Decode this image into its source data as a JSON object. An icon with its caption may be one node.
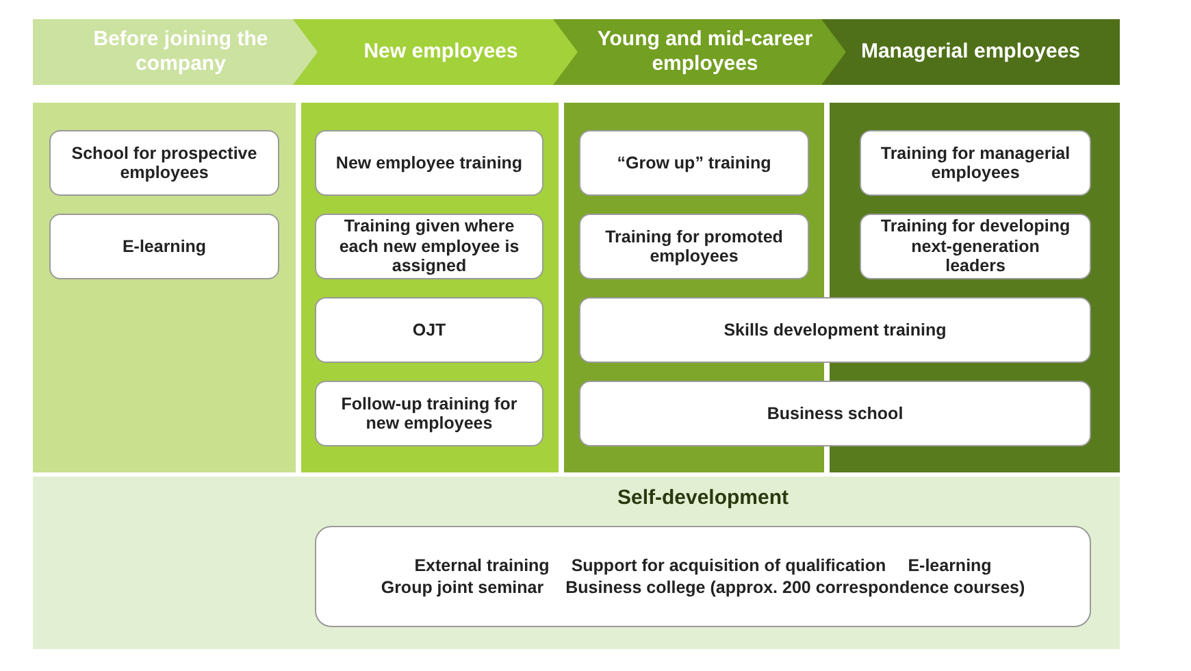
{
  "diagram": {
    "nodes": [
      {
        "text": [
          "Before joining the company"
        ]
      },
      {
        "text": [
          "New employees"
        ]
      },
      {
        "text": [
          "Young and mid-career employees"
        ]
      },
      {
        "text": [
          "Managerial employees"
        ]
      },
      {
        "text": [
          "School for prospective employees"
        ]
      },
      {
        "text": [
          "E-learning"
        ]
      },
      {
        "text": [
          "New employee training"
        ]
      },
      {
        "text": [
          "Training given where each new employee is assigned"
        ]
      },
      {
        "text": [
          "OJT"
        ]
      },
      {
        "text": [
          "Follow-up training for new employees"
        ]
      },
      {
        "text": [
          "“Grow up” training"
        ]
      },
      {
        "text": [
          "Training for promoted employees"
        ]
      },
      {
        "text": [
          "Training for managerial employees"
        ]
      },
      {
        "text": [
          "Training for developing next-generation leaders"
        ]
      },
      {
        "text": [
          "Skills development training"
        ]
      },
      {
        "text": [
          "Business school"
        ]
      },
      {
        "text": [
          "Self-development",
          "External training",
          "Support for acquisition of qualification",
          "E-learning",
          "Group joint seminar",
          "Business college (approx. 200 correspondence courses)"
        ]
      }
    ],
    "edges": []
  }
}
